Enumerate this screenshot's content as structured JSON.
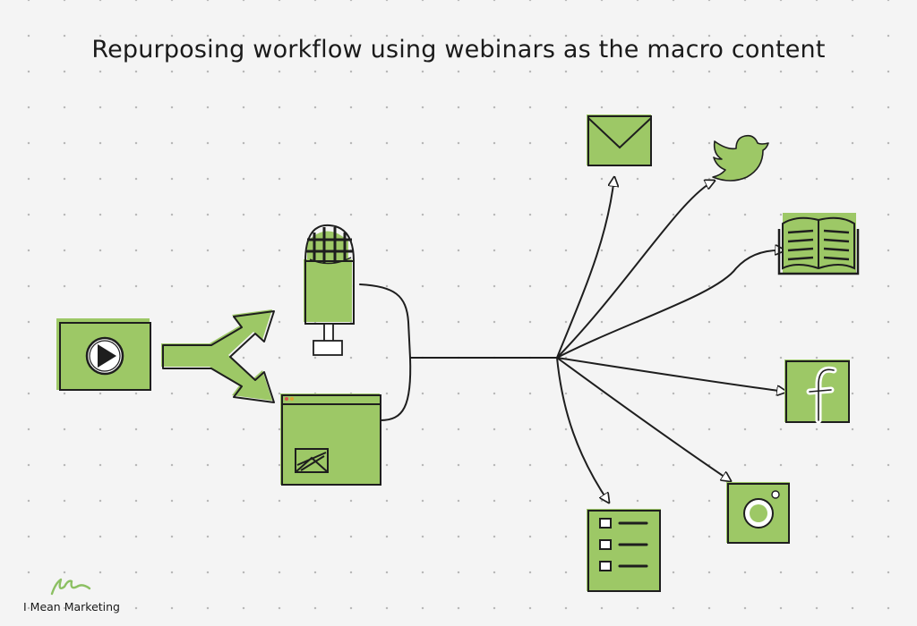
{
  "title": "Repurposing workflow using webinars as the macro content",
  "brand": {
    "name": "I Mean Marketing",
    "logo_icon": "m-signature-logo"
  },
  "colors": {
    "fill": "#9dc866",
    "stroke": "#1e1e1e",
    "background": "#f4f4f4"
  },
  "nodes": {
    "source": {
      "icon": "video-play-icon"
    },
    "splits": [
      {
        "icon": "podcast-microphone-icon"
      },
      {
        "icon": "blog-webpage-icon"
      }
    ],
    "outputs": [
      {
        "icon": "email-icon"
      },
      {
        "icon": "twitter-bird-icon"
      },
      {
        "icon": "ebook-icon"
      },
      {
        "icon": "facebook-icon"
      },
      {
        "icon": "instagram-icon"
      },
      {
        "icon": "checklist-icon"
      }
    ]
  }
}
